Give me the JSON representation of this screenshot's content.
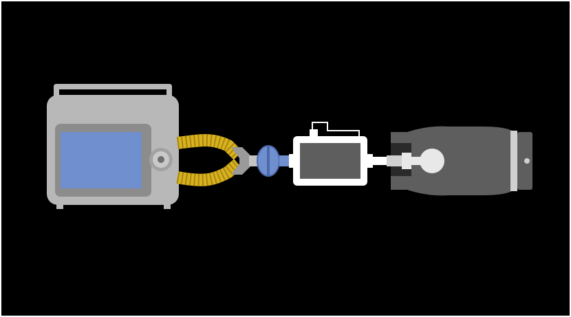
{
  "diagram": {
    "background_color": "#000000",
    "components": [
      {
        "name": "ventilator",
        "icon": "ventilator-icon",
        "body_color": "#b8b8b8",
        "screen_color": "#6f8fcf"
      },
      {
        "name": "breathing-circuit-tubes",
        "icon": "corrugated-tube-icon",
        "color": "#d9b21f"
      },
      {
        "name": "wye-connector",
        "icon": "wye-connector-icon",
        "color": "#9a9a9a"
      },
      {
        "name": "filter",
        "icon": "hme-filter-icon",
        "color": "#6f8fcf"
      },
      {
        "name": "airway-adapter-sensor",
        "icon": "sensor-icon",
        "color": "#5e5e5e"
      },
      {
        "name": "test-lung",
        "icon": "test-lung-icon",
        "color": "#5e5e5e"
      }
    ]
  }
}
